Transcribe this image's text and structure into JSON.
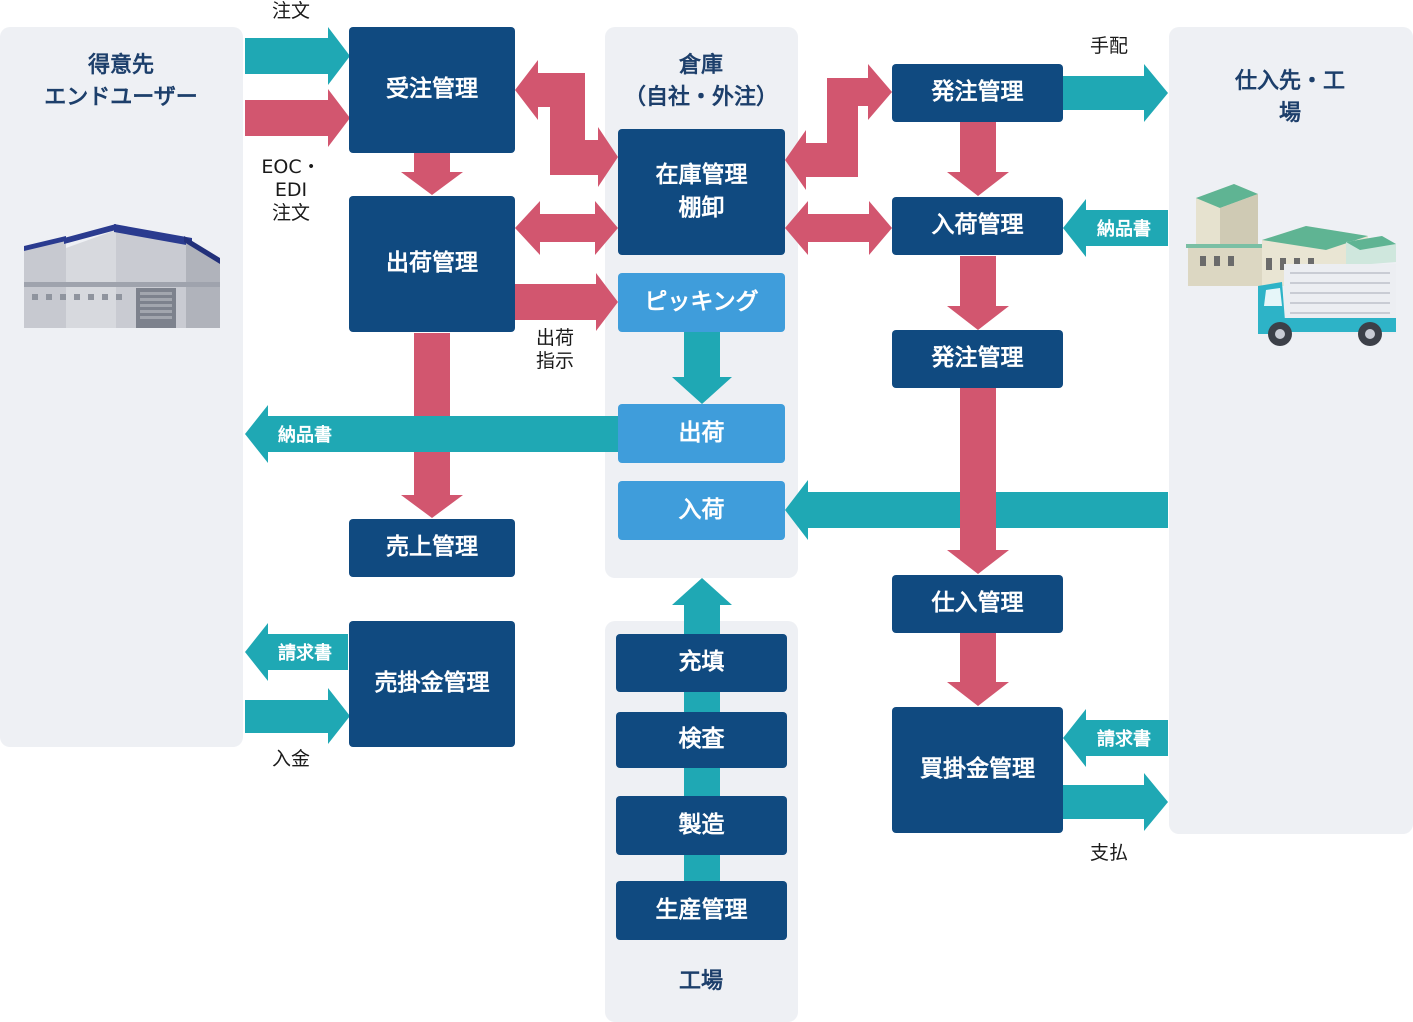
{
  "colors": {
    "pink_arrow": "#d2566f",
    "teal_arrow": "#1fa8b4",
    "box_dark": "#104a80",
    "box_light": "#3f9ddb",
    "panel_bg": "#eef0f4",
    "title_text": "#1d3f6b"
  },
  "panels": {
    "customer_title": "得意先\nエンドユーザー",
    "warehouse_title": "倉庫\n（自社・外注）",
    "supplier_title": "仕入先・工場",
    "factory_title": "工場"
  },
  "boxes": {
    "order_receiving": "受注管理",
    "shipping_mgmt": "出荷管理",
    "sales_mgmt": "売上管理",
    "receivables_mgmt": "売掛金管理",
    "inventory_mgmt": "在庫管理\n棚卸",
    "picking": "ピッキング",
    "shipment": "出荷",
    "receipt": "入荷",
    "filling": "充填",
    "inspection": "検査",
    "manufacturing": "製造",
    "production_mgmt": "生産管理",
    "purchase_order_1": "発注管理",
    "receiving_mgmt": "入荷管理",
    "purchase_order_2": "発注管理",
    "purchase_mgmt": "仕入管理",
    "payables_mgmt": "買掛金管理"
  },
  "labels": {
    "order": "注文",
    "eoc_edi_order": "EOC・\nEDI\n注文",
    "shipping_instruction": "出荷\n指示",
    "payment_in": "入金",
    "arrange": "手配",
    "payment_out": "支払"
  },
  "arrow_labels": {
    "delivery_note_left": "納品書",
    "invoice_left": "請求書",
    "delivery_note_right": "納品書",
    "invoice_right": "請求書"
  },
  "icons": {
    "customer": "factory-building-icon",
    "supplier": "factory-truck-icon"
  }
}
